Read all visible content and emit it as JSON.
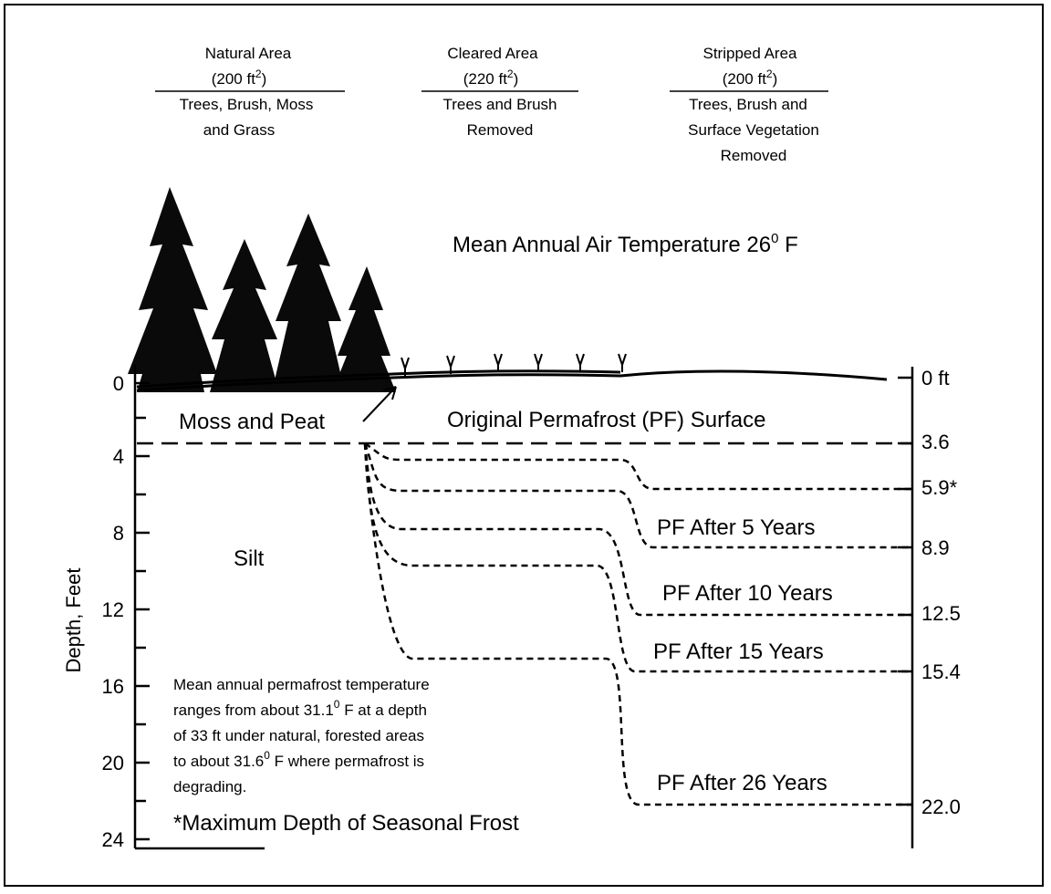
{
  "headers": {
    "natural": {
      "title": "Natural Area",
      "area": "(200 ft",
      "area_sup": "2",
      "area_close": ")",
      "desc_line1": "Trees, Brush, Moss",
      "desc_line2": "and Grass"
    },
    "cleared": {
      "title": "Cleared Area",
      "area": "(220 ft",
      "area_sup": "2",
      "area_close": ")",
      "desc_line1": "Trees and Brush",
      "desc_line2": "Removed"
    },
    "stripped": {
      "title": "Stripped Area",
      "area": "(200 ft",
      "area_sup": "2",
      "area_close": ")",
      "desc_line1": "Trees, Brush and",
      "desc_line2": "Surface Vegetation",
      "desc_line3": "Removed"
    }
  },
  "air_temp": {
    "text": "Mean Annual Air Temperature 26",
    "sup": "0",
    "unit": " F"
  },
  "labels": {
    "moss_peat": "Moss and Peat",
    "original_pf": "Original Permafrost (PF) Surface",
    "silt": "Silt",
    "pf_5": "PF After 5 Years",
    "pf_10": "PF After 10 Years",
    "pf_15": "PF After 15 Years",
    "pf_26": "PF After 26 Years",
    "seasonal_frost_note": "*Maximum Depth of Seasonal Frost"
  },
  "note": {
    "line1": "Mean annual permafrost temperature",
    "line2a": "ranges from about 31.1",
    "line2sup": "0",
    "line2b": " F at a depth",
    "line3": "of 33 ft under natural, forested areas",
    "line4a": "to about 31.6",
    "line4sup": "0",
    "line4b": " F where permafrost is",
    "line5": "degrading."
  },
  "left_axis": {
    "label": "Depth, Feet",
    "ticks": [
      "0",
      "4",
      "8",
      "12",
      "16",
      "20",
      "24"
    ]
  },
  "right_axis": {
    "labels": [
      "0 ft",
      "3.6",
      "5.9*",
      "8.9",
      "12.5",
      "15.4",
      "22.0"
    ]
  },
  "chart_data": {
    "type": "diagram",
    "depth_unit": "feet",
    "original_pf_surface_depth": 3.6,
    "max_seasonal_frost_depth": 5.9,
    "pf_depth_after_years": [
      {
        "years": 5,
        "stripped_depth": 8.9
      },
      {
        "years": 10,
        "stripped_depth": 12.5
      },
      {
        "years": 15,
        "stripped_depth": 15.4
      },
      {
        "years": 26,
        "stripped_depth": 22.0
      }
    ]
  }
}
